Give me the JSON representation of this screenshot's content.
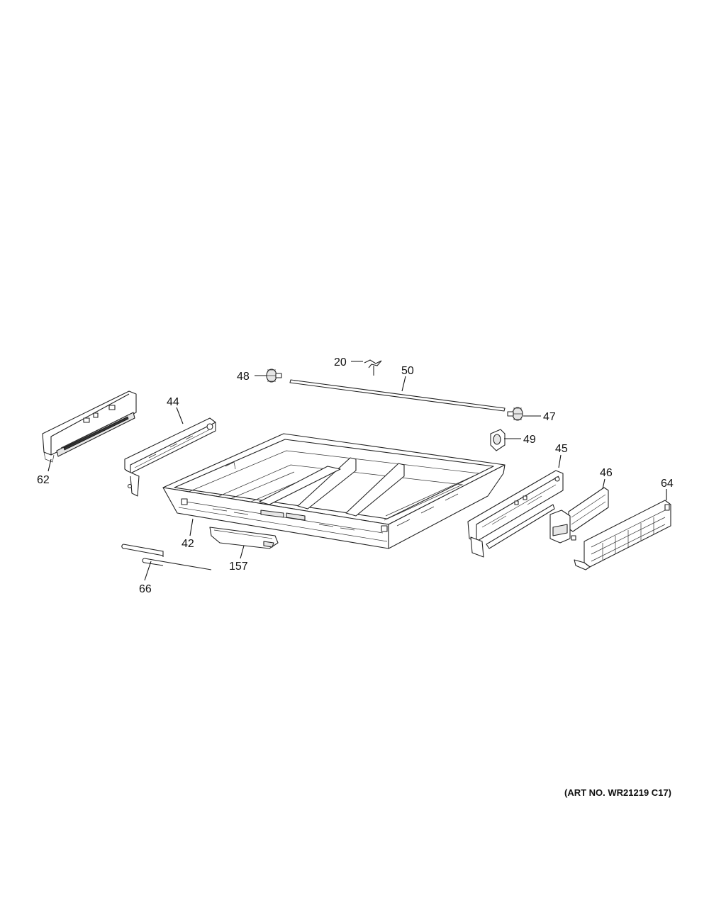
{
  "callouts": {
    "c20": "20",
    "c50": "50",
    "c48": "48",
    "c47": "47",
    "c49": "49",
    "c44": "44",
    "c62": "62",
    "c45": "45",
    "c46": "46",
    "c64": "64",
    "c42": "42",
    "c157": "157",
    "c66": "66"
  },
  "art_number": "(ART NO. WR21219 C17)"
}
